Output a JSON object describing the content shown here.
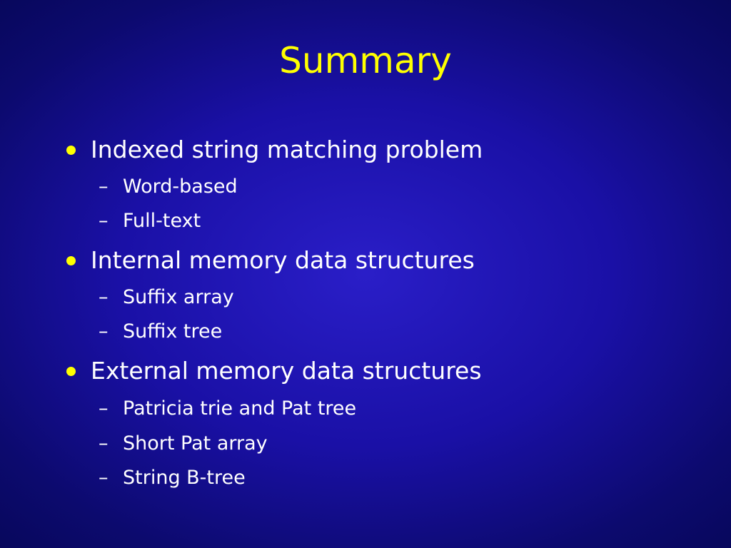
{
  "slide": {
    "title": "Summary",
    "bullets": [
      {
        "text": "Indexed string matching problem",
        "subitems": [
          "Word-based",
          "Full-text"
        ]
      },
      {
        "text": "Internal memory data structures",
        "subitems": [
          "Suffix array",
          "Suffix tree"
        ]
      },
      {
        "text": "External memory data structures",
        "subitems": [
          "Patricia trie and Pat tree",
          "Short Pat array",
          "String B-tree"
        ]
      }
    ],
    "sub_marker": "–"
  },
  "colors": {
    "background": "#1a10a6",
    "title": "#ffff00",
    "bullet": "#ffff00",
    "text": "#ffffff"
  }
}
